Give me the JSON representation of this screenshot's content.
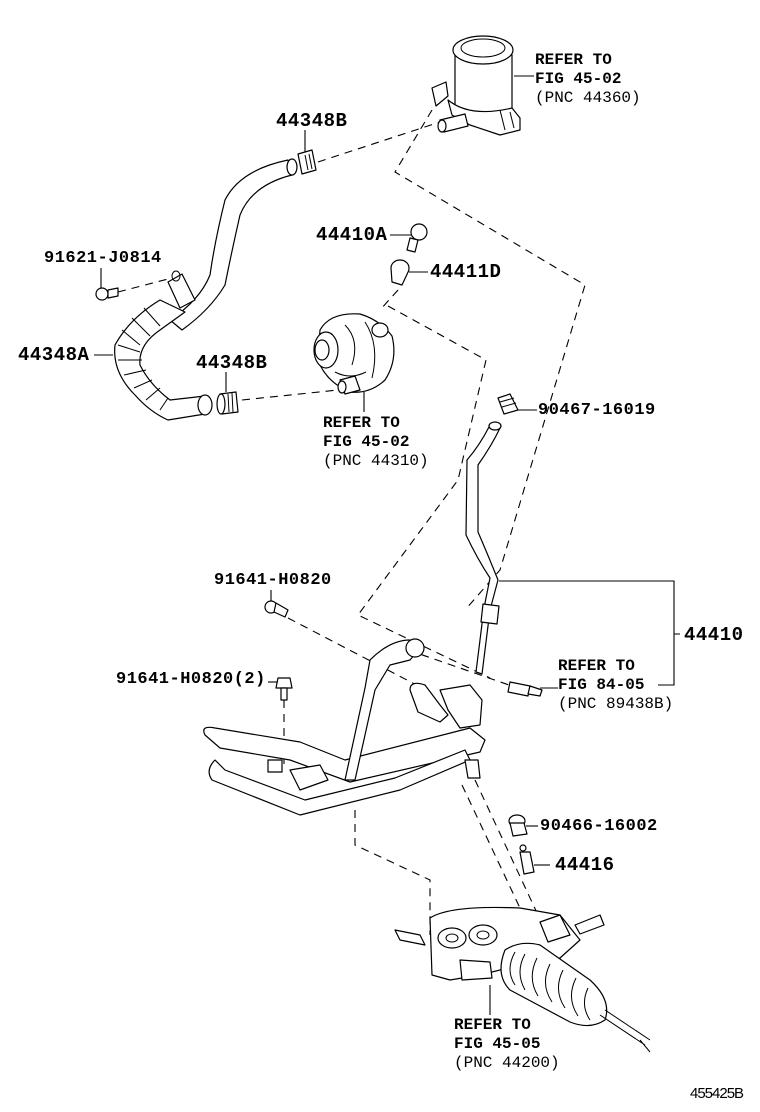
{
  "diagram": {
    "title": "Power steering hoses and tubes parts diagram",
    "figure_code": "455425B",
    "parts": [
      {
        "id": "p-44348B-top",
        "label": "44348B",
        "description": "hose clamp"
      },
      {
        "id": "p-91621-J0814",
        "label": "91621-J0814",
        "description": "bolt"
      },
      {
        "id": "p-44348A",
        "label": "44348A",
        "description": "reservoir to pump hose"
      },
      {
        "id": "p-44348B-mid",
        "label": "44348B",
        "description": "hose clamp"
      },
      {
        "id": "p-44410A",
        "label": "44410A",
        "description": "union bolt"
      },
      {
        "id": "p-44411D",
        "label": "44411D",
        "description": "gasket"
      },
      {
        "id": "p-90467-16019",
        "label": "90467-16019",
        "description": "clamp"
      },
      {
        "id": "p-91641-H0820-a",
        "label": "91641-H0820",
        "description": "bolt"
      },
      {
        "id": "p-91641-H0820-b",
        "label": "91641-H0820(2)",
        "description": "bolt, qty 2"
      },
      {
        "id": "p-44410",
        "label": "44410",
        "description": "pressure feed tube assembly"
      },
      {
        "id": "p-90466-16002",
        "label": "90466-16002",
        "description": "clamp"
      },
      {
        "id": "p-44416",
        "label": "44416",
        "description": "union"
      }
    ],
    "references": [
      {
        "id": "ref-reservoir",
        "line1": "REFER TO",
        "line2": "FIG 45-02",
        "line3": "(PNC 44360)"
      },
      {
        "id": "ref-pump",
        "line1": "REFER TO",
        "line2": "FIG 45-02",
        "line3": "(PNC 44310)"
      },
      {
        "id": "ref-sensor",
        "line1": "REFER TO",
        "line2": "FIG 84-05",
        "line3": "(PNC 89438B)"
      },
      {
        "id": "ref-gear",
        "line1": "REFER TO",
        "line2": "FIG 45-05",
        "line3": "(PNC 44200)"
      }
    ]
  }
}
